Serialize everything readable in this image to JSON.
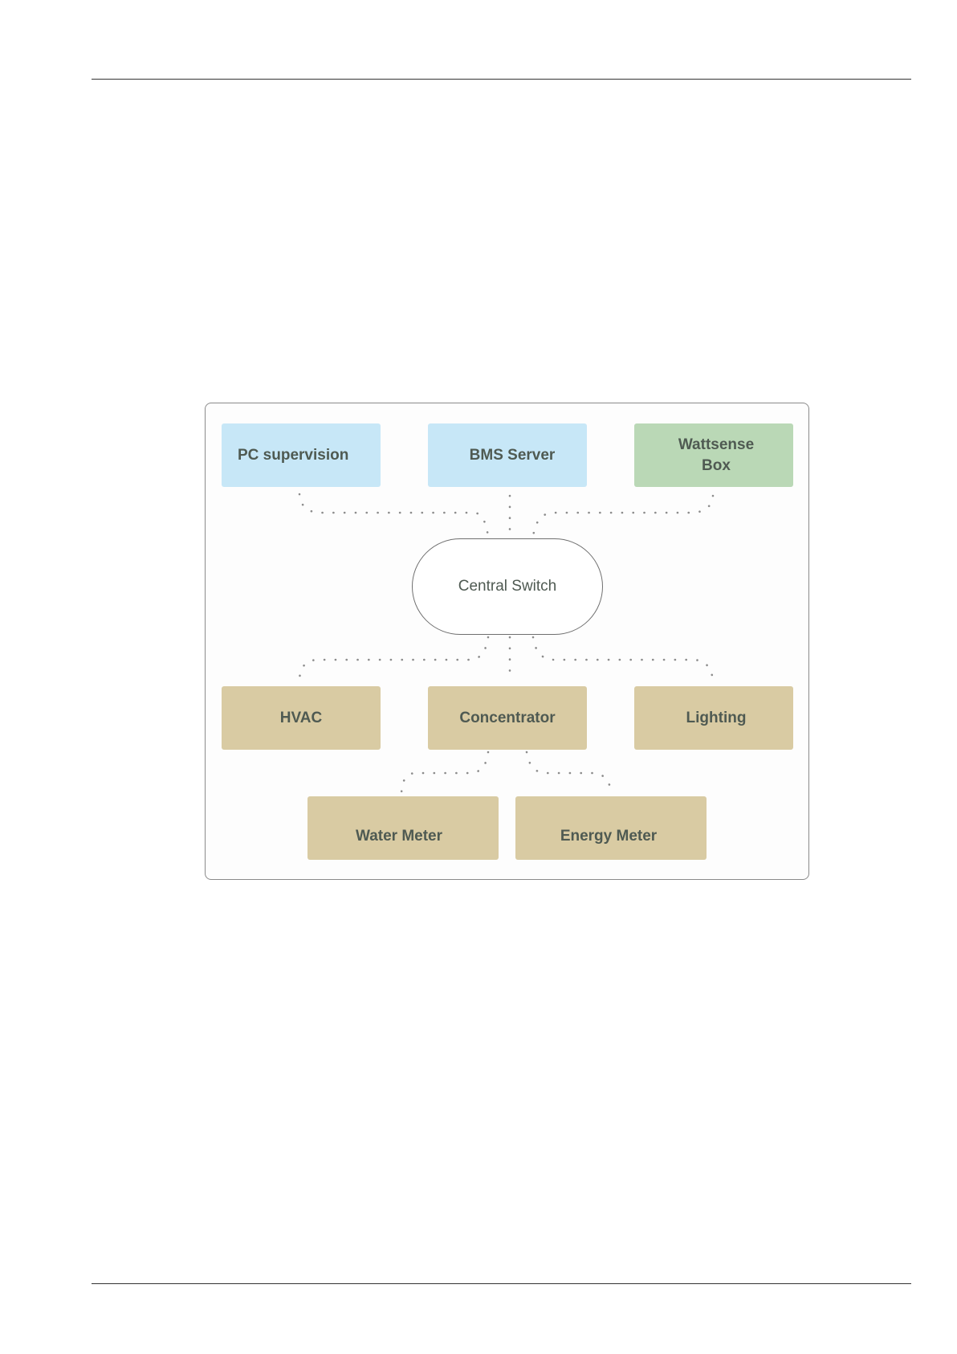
{
  "diagram": {
    "switch_label": "Central Switch",
    "nodes": {
      "pc_supervision": "PC supervision",
      "bms_server": "BMS Server",
      "wattsense_line1": "Wattsense",
      "wattsense_line2": "Box",
      "hvac": "HVAC",
      "concentrator": "Concentrator",
      "lighting": "Lighting",
      "water_meter": "Water Meter",
      "energy_meter": "Energy Meter"
    },
    "colors": {
      "supervision_fill": "#c7e7f7",
      "wattsense_fill": "#bad8b6",
      "device_fill": "#d9cba3",
      "text": "#4f5a52",
      "connector": "#8c8c8c"
    },
    "connector_style": "dotted"
  }
}
